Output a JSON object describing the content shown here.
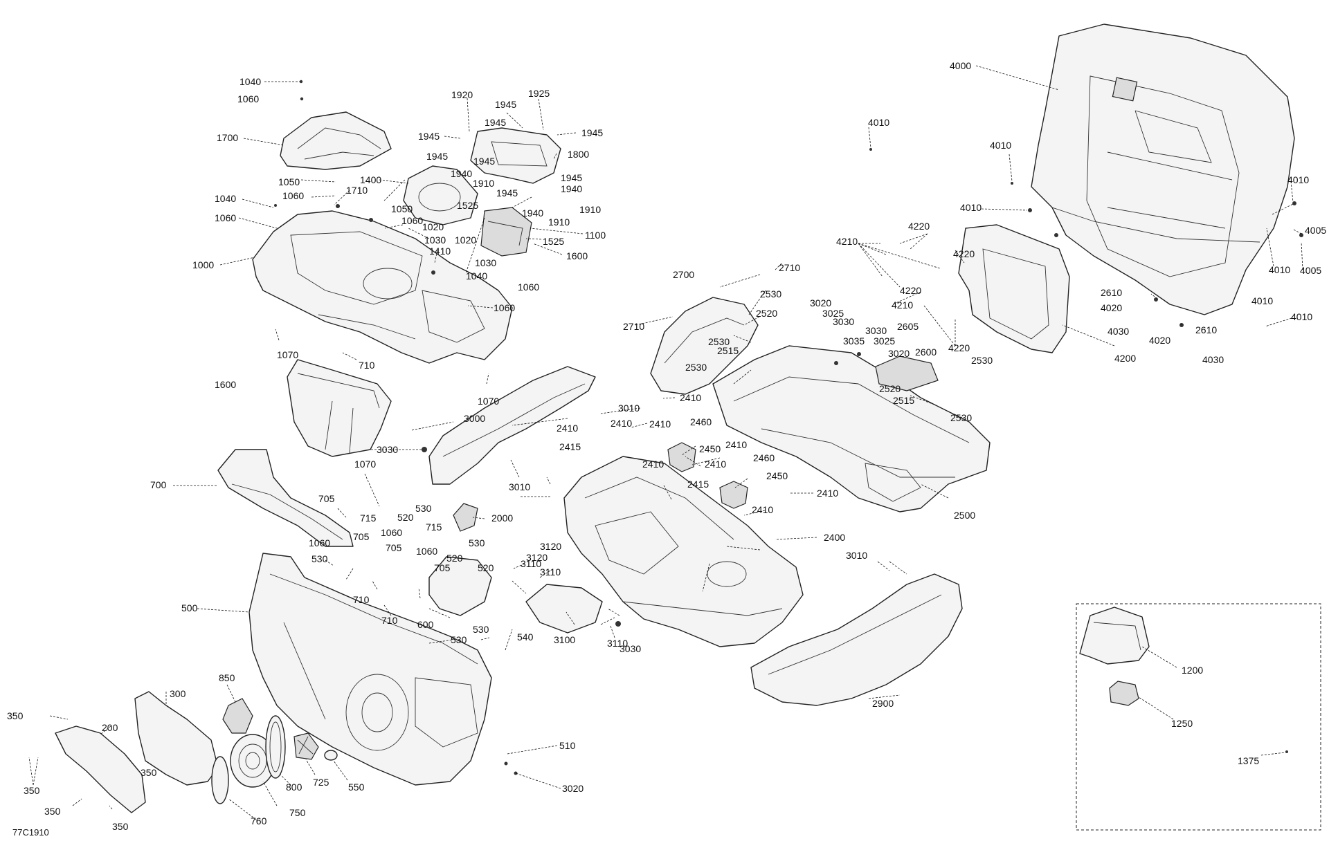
{
  "figure_code": "77C1910",
  "parts": [
    "4000",
    "4010",
    "4010",
    "4010",
    "4010",
    "4010",
    "4010",
    "4005",
    "4005",
    "4010",
    "1040",
    "1060",
    "1700",
    "1050",
    "1060",
    "1040",
    "1060",
    "1000",
    "1710",
    "1050",
    "1060",
    "1020",
    "1030",
    "1410",
    "1020",
    "1030",
    "1040",
    "1060",
    "1060",
    "1070",
    "710",
    "1070",
    "1920",
    "1925",
    "1945",
    "1945",
    "1945",
    "1945",
    "1945",
    "1945",
    "1945",
    "1800",
    "1940",
    "1910",
    "1945",
    "1940",
    "1910",
    "1910",
    "1400",
    "1525",
    "1525",
    "1940",
    "1100",
    "1600",
    "4210",
    "4220",
    "4220",
    "4220",
    "4220",
    "4210",
    "2610",
    "4020",
    "4030",
    "2610",
    "4020",
    "4030",
    "4200",
    "2700",
    "2710",
    "2710",
    "2530",
    "2520",
    "2530",
    "2515",
    "2530",
    "3020",
    "3025",
    "3030",
    "3035",
    "3030",
    "3025",
    "2605",
    "3020",
    "2600",
    "2530",
    "2520",
    "2515",
    "2530",
    "2410",
    "3010",
    "3000",
    "2410",
    "2410",
    "2410",
    "2460",
    "2415",
    "2450",
    "2410",
    "2410",
    "2460",
    "2450",
    "2415",
    "2410",
    "2410",
    "2410",
    "3010",
    "2500",
    "1600",
    "3030",
    "1070",
    "700",
    "705",
    "715",
    "1060",
    "705",
    "1060",
    "705",
    "520",
    "530",
    "715",
    "1060",
    "530",
    "520",
    "705",
    "520",
    "2000",
    "3110",
    "3120",
    "3120",
    "3110",
    "2400",
    "530",
    "500",
    "710",
    "710",
    "600",
    "530",
    "530",
    "540",
    "3100",
    "3110",
    "3030",
    "3010",
    "2900",
    "850",
    "300",
    "350",
    "200",
    "350",
    "350",
    "350",
    "350",
    "760",
    "750",
    "800",
    "725",
    "550",
    "510",
    "3020",
    "1200",
    "1250",
    "1375"
  ]
}
